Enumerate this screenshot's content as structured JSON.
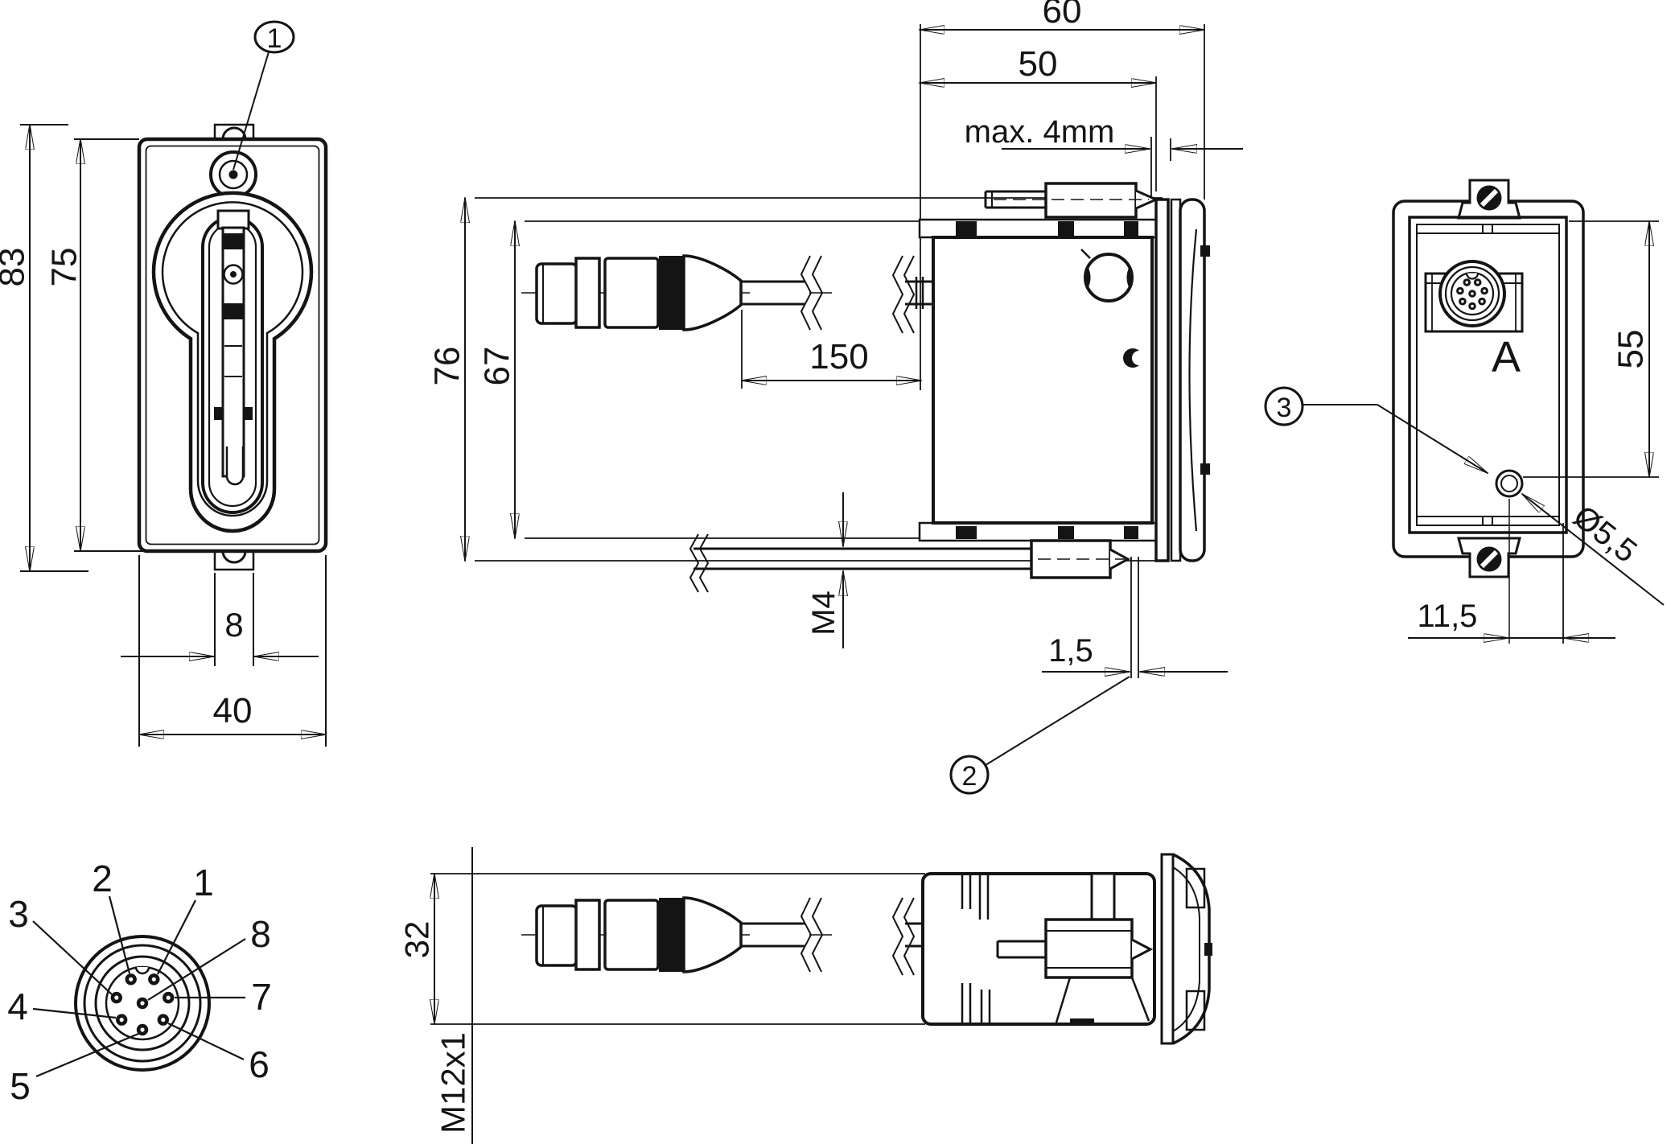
{
  "drawing": {
    "background_color": "#ffffff",
    "line_color": "#141414",
    "callouts": {
      "one": "1",
      "two": "2",
      "three": "3"
    },
    "front_view": {
      "dim_height_outer": "83",
      "dim_height_body": "75",
      "dim_tab_width": "8",
      "dim_width": "40"
    },
    "side_view": {
      "dim_depth_total": "60",
      "dim_clamp_reach": "50",
      "dim_panel_max": "max. 4mm",
      "dim_height_flange": "76",
      "dim_height_body": "67",
      "dim_cable_length": "150",
      "clamp_thread": "M4",
      "dim_gap": "1,5"
    },
    "rear_view": {
      "connector_label": "A",
      "dim_hole_vertical": "55",
      "dim_hole_horizontal": "11,5",
      "dim_hole_diameter": "Ø5,5"
    },
    "bottom_view": {
      "dim_depth_body": "32",
      "connector_thread": "M12x1"
    },
    "pinout": {
      "pin_labels": [
        "1",
        "2",
        "3",
        "4",
        "5",
        "6",
        "7",
        "8"
      ]
    }
  }
}
